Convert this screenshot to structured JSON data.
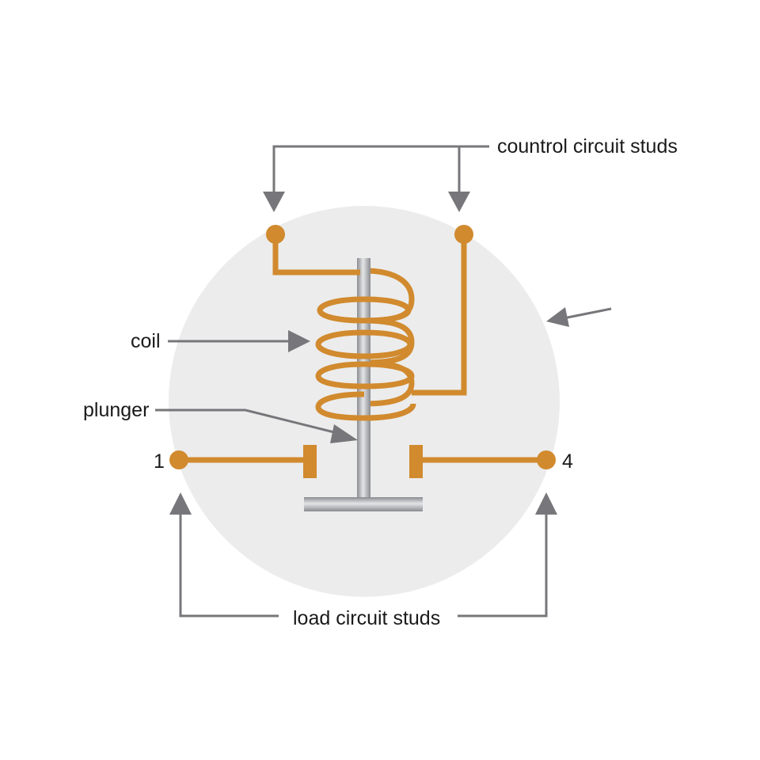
{
  "labels": {
    "control_studs": "countrol circuit studs",
    "coil": "coil",
    "plunger": "plunger",
    "stud_left_number": "1",
    "stud_right_number": "4",
    "load_studs": "load circuit studs"
  },
  "colors": {
    "body_disc": "#ececec",
    "copper": "#d18a2e",
    "leader": "#77777b",
    "plunger_steel": "#a7a9ac"
  }
}
